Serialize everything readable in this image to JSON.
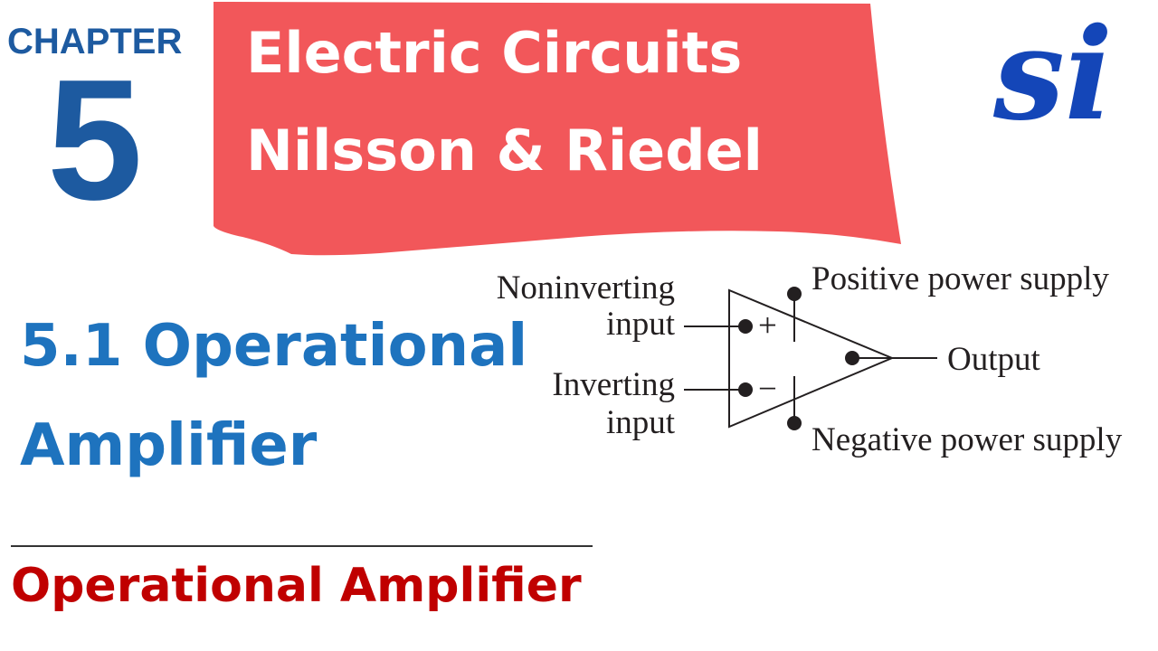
{
  "chapter": {
    "label": "CHAPTER",
    "number": "5"
  },
  "banner": {
    "line1": "Electric Circuits",
    "line2": "Nilsson & Riedel",
    "color": "#f2575a"
  },
  "logo": {
    "text": "si",
    "color": "#1446b8"
  },
  "section": {
    "line1": "5.1 Operational",
    "line2": "Amplifier",
    "color": "#1e73be"
  },
  "topic": {
    "text": "Operational Amplifier",
    "color": "#c00000"
  },
  "diagram": {
    "noninverting_line1": "Noninverting",
    "noninverting_line2": "input",
    "inverting_line1": "Inverting",
    "inverting_line2": "input",
    "plus_sign": "+",
    "minus_sign": "−",
    "positive_supply": "Positive power supply",
    "negative_supply": "Negative power supply",
    "output": "Output"
  }
}
